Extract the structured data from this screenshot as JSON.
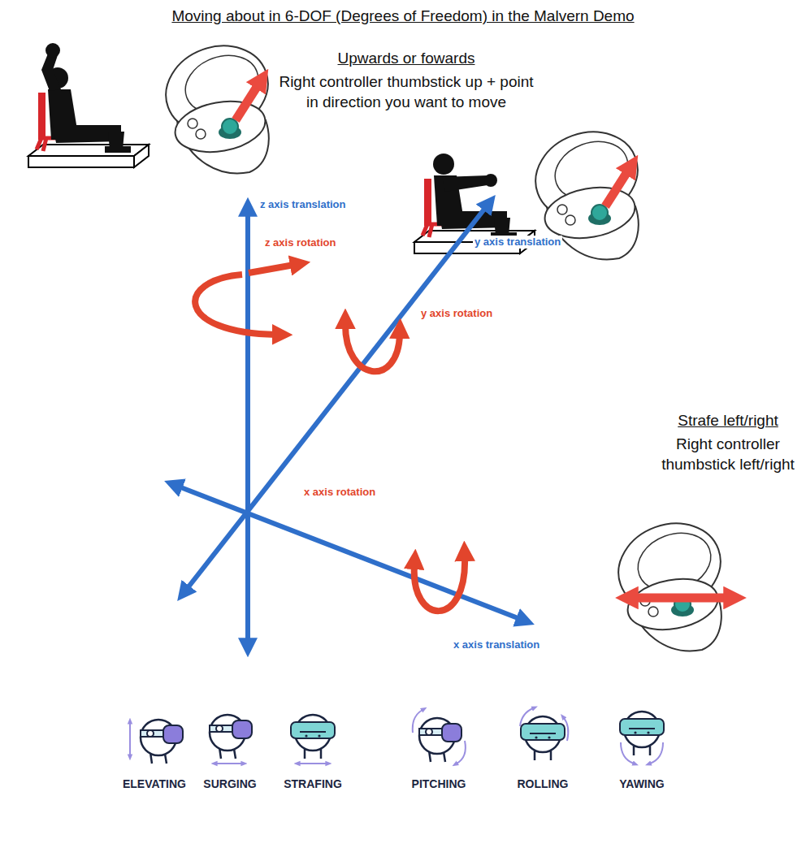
{
  "diagram": {
    "title": "Moving about in 6-DOF (Degrees of Freedom) in the Malvern Demo",
    "labels": [
      "Upwards or fowards",
      "Right controller thumbstick up + point in direction you want to move",
      "z axis translation",
      "z axis rotation",
      "y axis translation",
      "y axis rotation",
      "Strafe left/right",
      "Right controller thumbstick left/right",
      "x axis rotation",
      "x axis translation",
      "ELEVATING",
      "SURGING",
      "STRAFING",
      "PITCHING",
      "ROLLING",
      "YAWING"
    ]
  }
}
